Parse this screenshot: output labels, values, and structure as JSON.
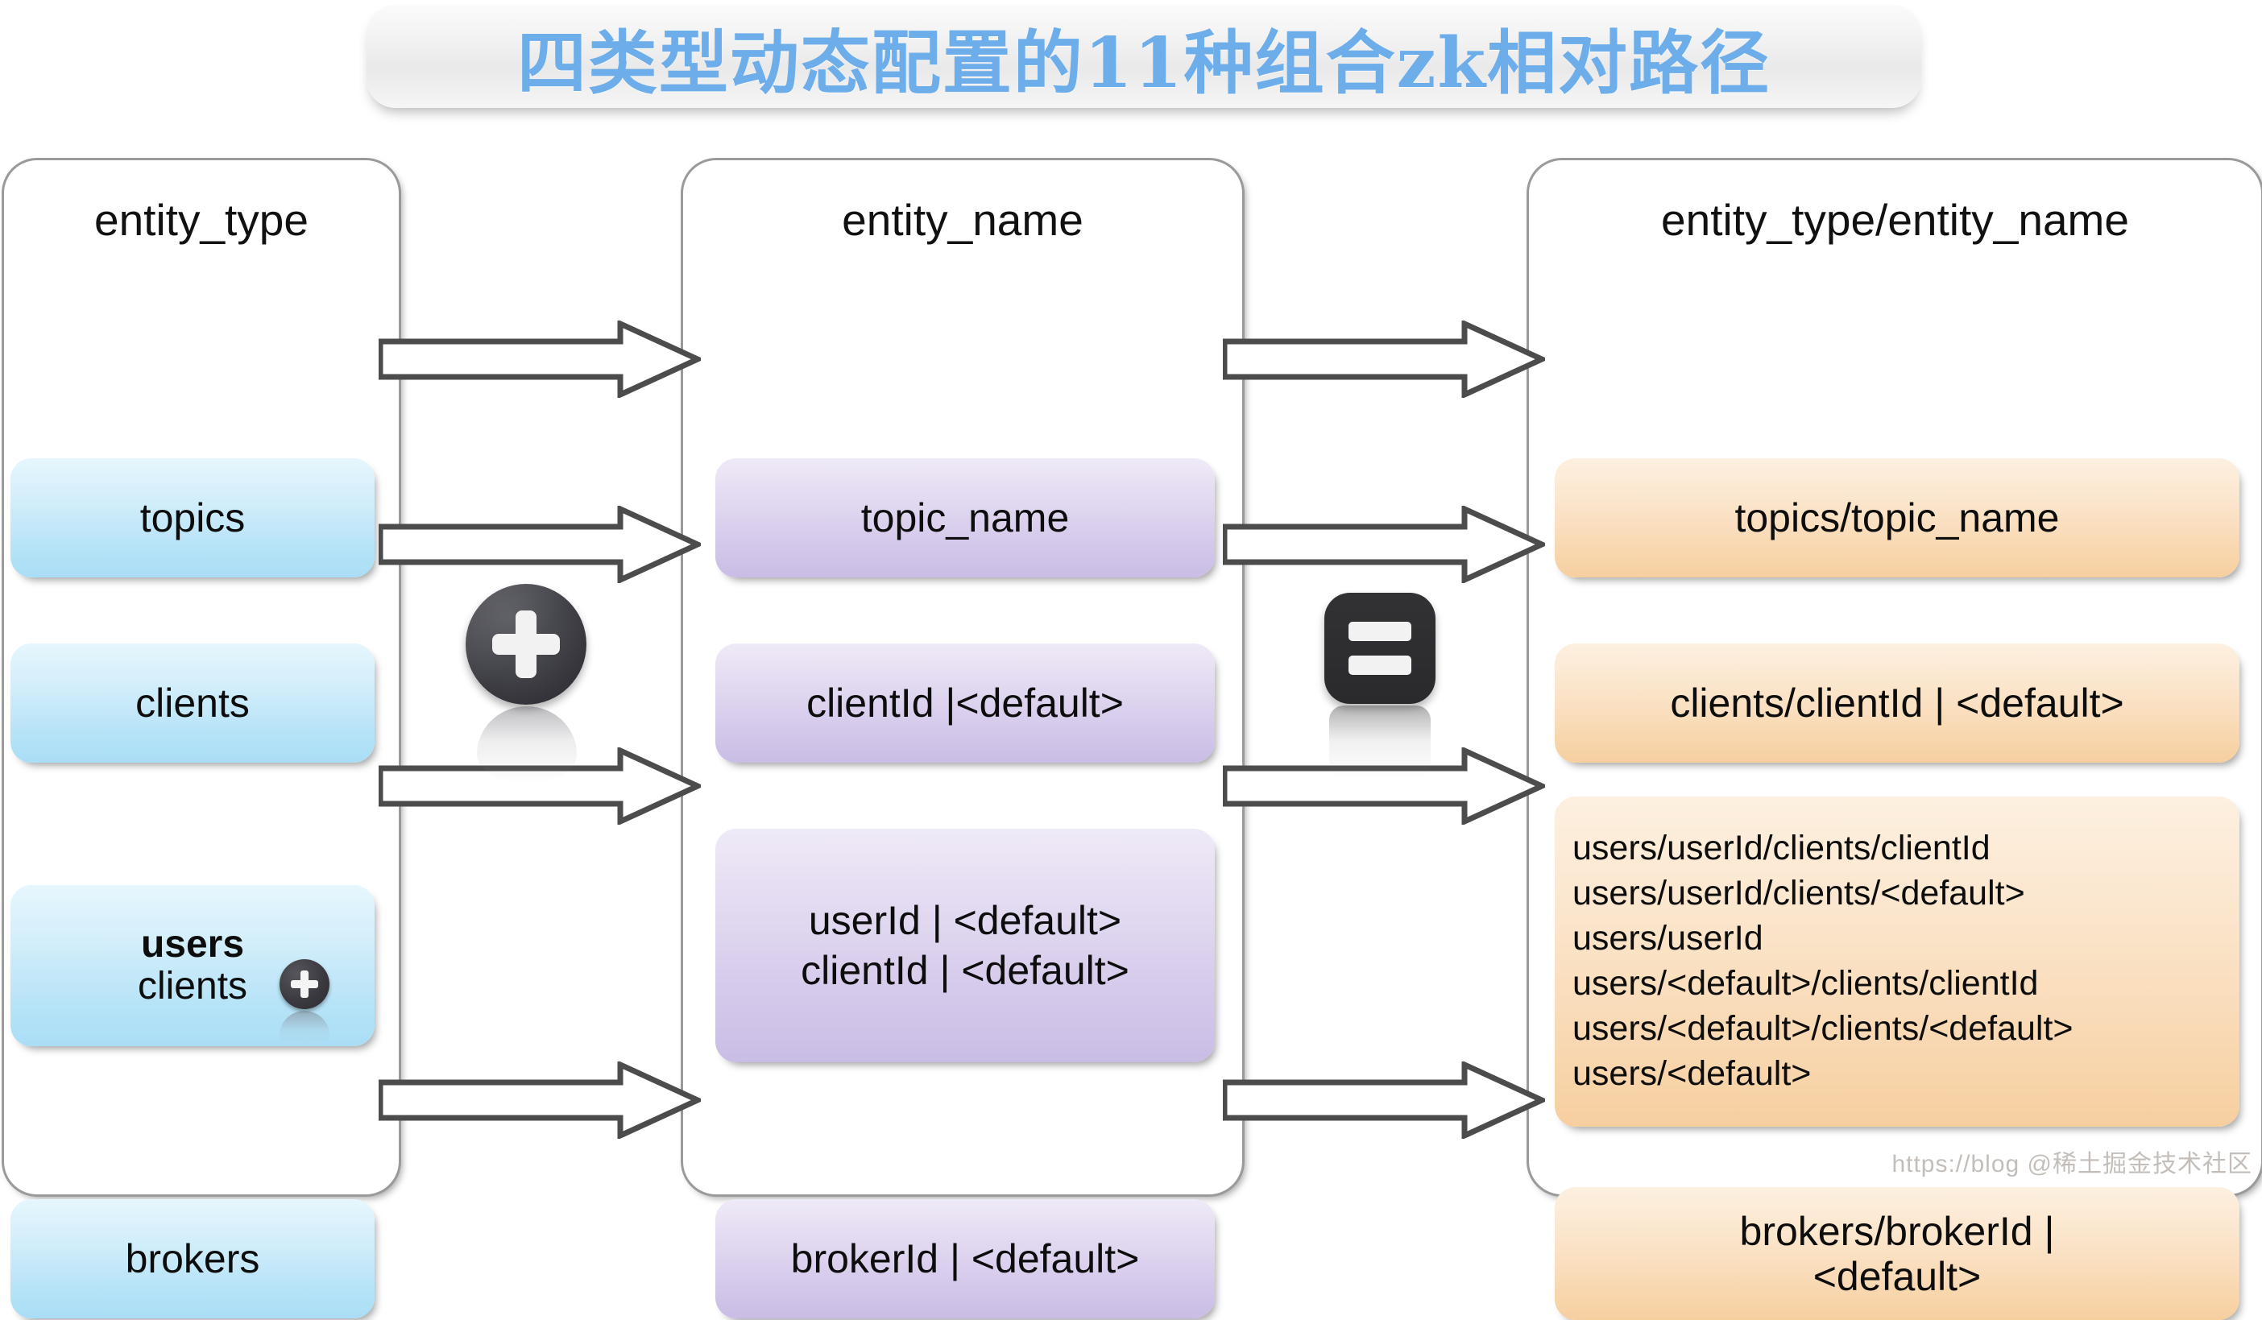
{
  "title": {
    "text": "四类型动态配置的11种组合zk相对路径",
    "color": "#6cadea"
  },
  "colors": {
    "entity_type_box": "#b6e3f7",
    "entity_name_box": "#d3c7ea",
    "combined_box": "#f8d6ae",
    "panel_border": "#9a9a9a",
    "arrow_outline": "#4c4c4c",
    "icon_dark": "#2f2f34"
  },
  "columns": [
    {
      "id": "entity_type",
      "title": "entity_type",
      "nodes": [
        {
          "name": "topics",
          "lines": [
            "topics"
          ]
        },
        {
          "name": "clients",
          "lines": [
            "clients"
          ]
        },
        {
          "name": "users-clients",
          "lines": [
            "users",
            "clients"
          ],
          "badge": "plus-badge"
        },
        {
          "name": "brokers",
          "lines": [
            "brokers"
          ]
        }
      ]
    },
    {
      "id": "entity_name",
      "title": "entity_name",
      "nodes": [
        {
          "name": "topic_name",
          "lines": [
            "topic_name"
          ]
        },
        {
          "name": "clientId",
          "lines": [
            "clientId |<default>"
          ]
        },
        {
          "name": "userId-clientId",
          "lines": [
            "userId | <default>",
            "clientId | <default>"
          ]
        },
        {
          "name": "brokerId",
          "lines": [
            "brokerId | <default>"
          ]
        }
      ]
    },
    {
      "id": "entity_type_entity_name",
      "title": "entity_type/entity_name",
      "nodes": [
        {
          "name": "topics-topic_name",
          "lines": [
            "topics/topic_name"
          ]
        },
        {
          "name": "clients-clientId",
          "lines": [
            "clients/clientId | <default>"
          ]
        },
        {
          "name": "users-combinations",
          "lines": [
            "users/userId/clients/clientId",
            "users/userId/clients/<default>",
            "users/userId",
            "users/<default>/clients/clientId",
            "users/<default>/clients/<default>",
            "users/<default>"
          ]
        },
        {
          "name": "brokers-brokerId",
          "lines": [
            "brokers/brokerId |",
            "<default>"
          ]
        }
      ]
    }
  ],
  "operators": [
    {
      "name": "plus-operator",
      "symbol": "+"
    },
    {
      "name": "equals-operator",
      "symbol": "="
    }
  ],
  "watermark": "https://blog @稀土掘金技术社区"
}
